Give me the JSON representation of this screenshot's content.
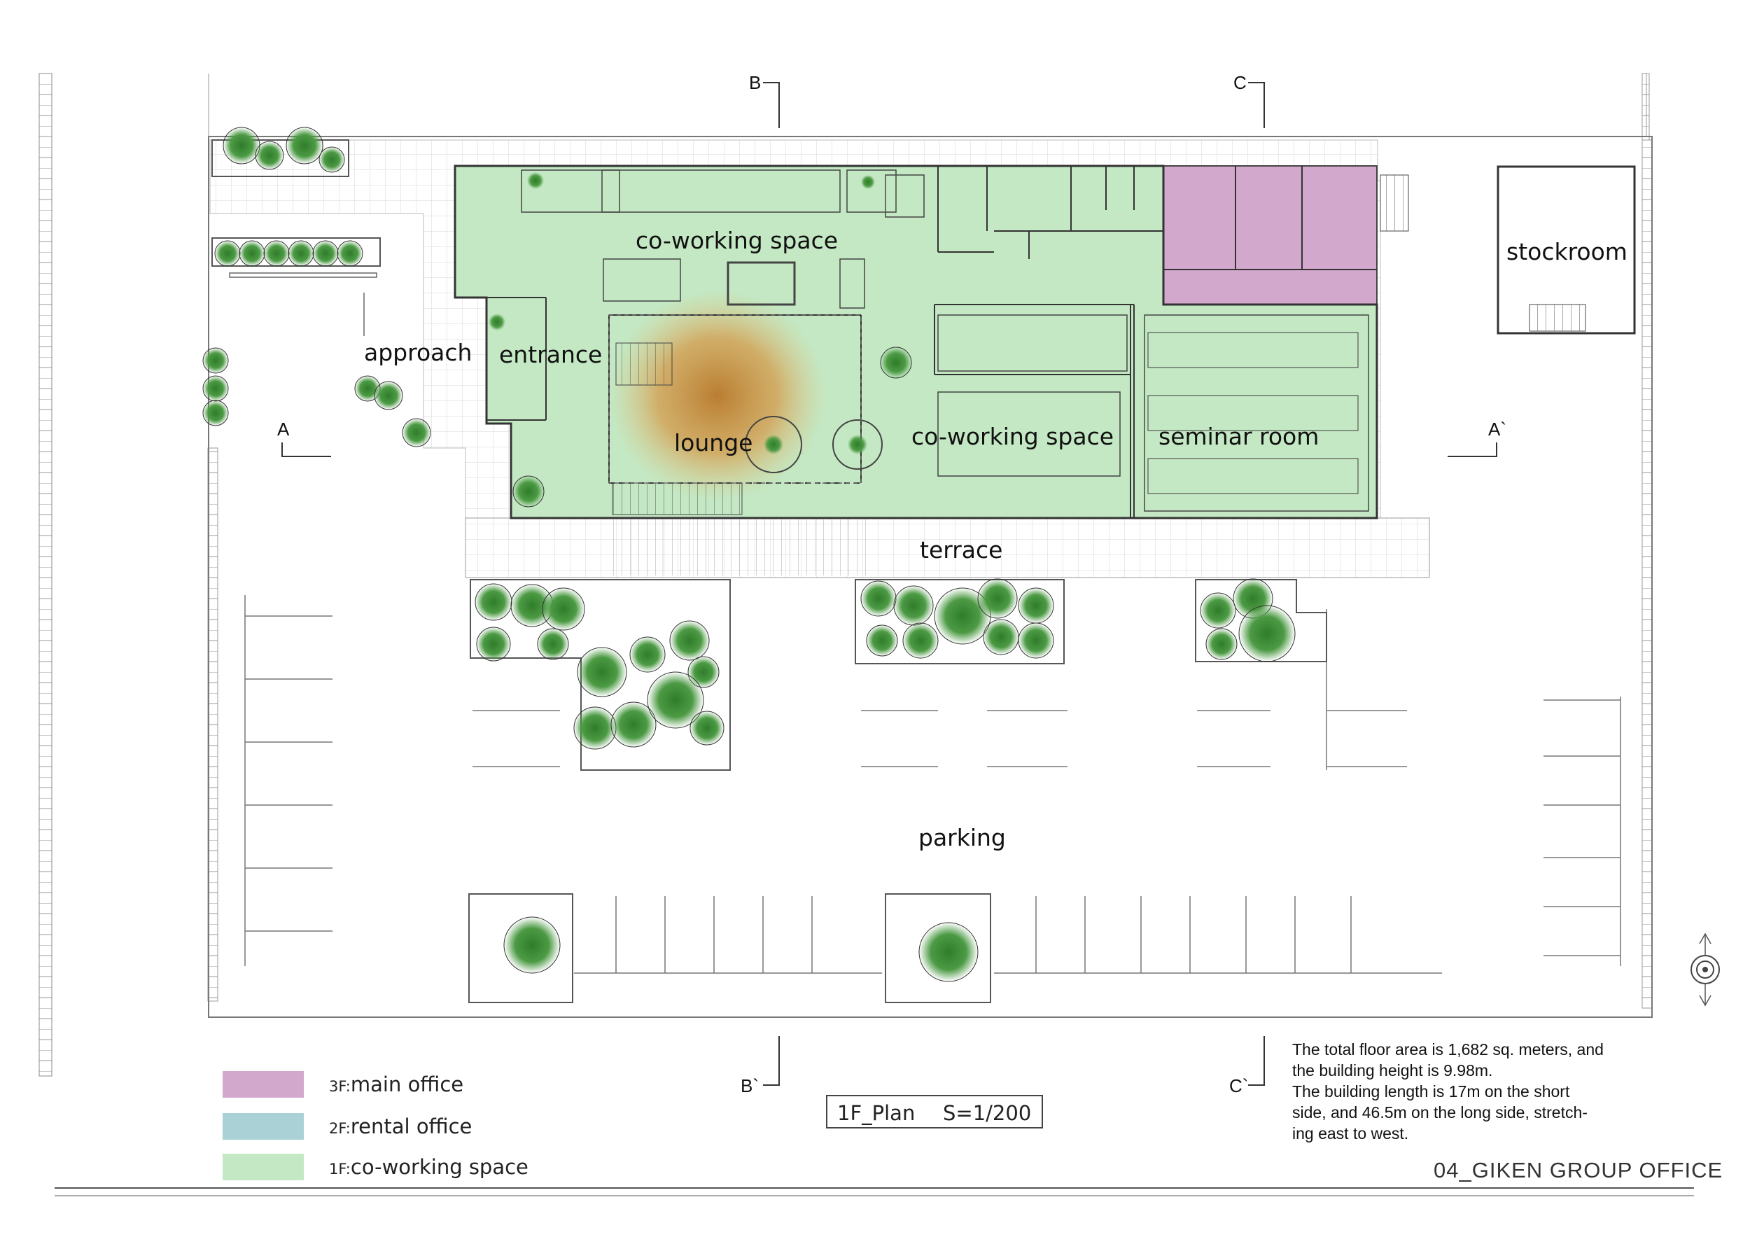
{
  "legend": [
    {
      "level": "3F:",
      "label": "main office",
      "color": "#d3a8cd"
    },
    {
      "level": "2F:",
      "label": "rental office",
      "color": "#a9d1d6"
    },
    {
      "level": "1F:",
      "label": "co-working space",
      "color": "#c3e8c3"
    }
  ],
  "rooms": {
    "coworking_top": "co-working space",
    "stockroom": "stockroom",
    "approach": "approach",
    "entrance": "entrance",
    "lounge": "lounge",
    "coworking_center": "co-working space",
    "seminar": "seminar room",
    "terrace": "terrace",
    "parking": "parking"
  },
  "sections": {
    "A": "A",
    "A_prime": "A`",
    "B": "B",
    "B_prime": "B`",
    "C": "C",
    "C_prime": "C`"
  },
  "scale": {
    "plan": "1F_Plan",
    "ratio": "S=1/200"
  },
  "notes": [
    "The total floor area is 1,682 sq. meters, and",
    "the building height is 9.98m.",
    "The building length is 17m on the short",
    "side, and 46.5m on the long side, stretch-",
    "ing east to west."
  ],
  "project_title": "04_GIKEN GROUP OFFICE",
  "colors": {
    "coworking_fill": "#c3e8c3",
    "main_office_fill": "#d3a8cd",
    "tree": "#3f8f37",
    "lounge_glow": "#c98a2b",
    "paving_line": "#cfcfcf"
  }
}
